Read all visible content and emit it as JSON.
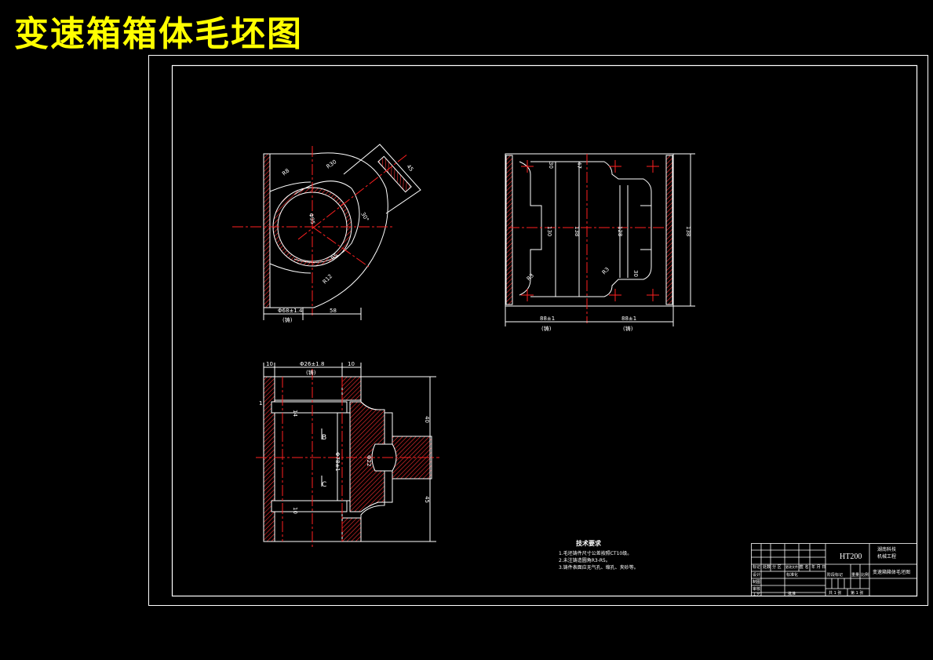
{
  "title": "变速箱箱体毛坯图",
  "colors": {
    "background": "#000000",
    "title": "#ffff00",
    "line": "#ffffff",
    "center_line": "#ff2020",
    "hatch": "#ff3030"
  },
  "views": {
    "front": {
      "dims": {
        "r_top": "R8",
        "r_upper": "R30",
        "angle": "30°",
        "dia": "Φ95",
        "r_lower": "R5",
        "r_small": "R12",
        "flange": "45",
        "base_left": "Φ68±1.4",
        "base_left_sub": "(铸)",
        "base_right": "58"
      }
    },
    "side": {
      "dims": {
        "top_a": "30",
        "top_b": "47",
        "mid_a": "130",
        "mid_b": "138",
        "mid_c": "128",
        "right": "138",
        "r_left": "R3",
        "r_right": "R3",
        "bottom_small": "30",
        "base_left": "88±1",
        "base_left_sub": "(铸)",
        "base_right": "88±1",
        "base_right_sub": "(铸)"
      }
    },
    "section": {
      "dims": {
        "top_left": "10",
        "top_mid": "Φ26±1.8",
        "top_mid_sub": "(铸)",
        "top_right": "10",
        "step_a": "1",
        "step_b": "14",
        "middle": "Φ78±1",
        "bottom": "10",
        "right_a": "40",
        "right_b": "45",
        "boss": "Φ22"
      },
      "labels": {
        "b": "B",
        "c": "C"
      }
    }
  },
  "tech_requirements": {
    "heading": "技术要求",
    "items": [
      "1.毛坯铸件尺寸公差按照CT10级。",
      "2.未注铸造圆角R3-R5。",
      "3.铸件表面应无气孔、缩孔、夹砂等。"
    ]
  },
  "title_block": {
    "material": "HT200",
    "school": "湖南科技",
    "dept": "机械工程",
    "drawing_name": "变速箱箱体毛坯图",
    "rev_cols": [
      "标记",
      "处数",
      "分 区",
      "更改文件号",
      "签 名",
      "年 月 日"
    ],
    "roles": [
      "设计",
      "制图",
      "审核",
      "工艺"
    ],
    "std_label": "标准化",
    "approve": "批准",
    "stage": "阶段标记",
    "weight": "重量",
    "scale": "比例",
    "sheet_total": "共 1 张",
    "sheet_no": "第 1 张"
  }
}
